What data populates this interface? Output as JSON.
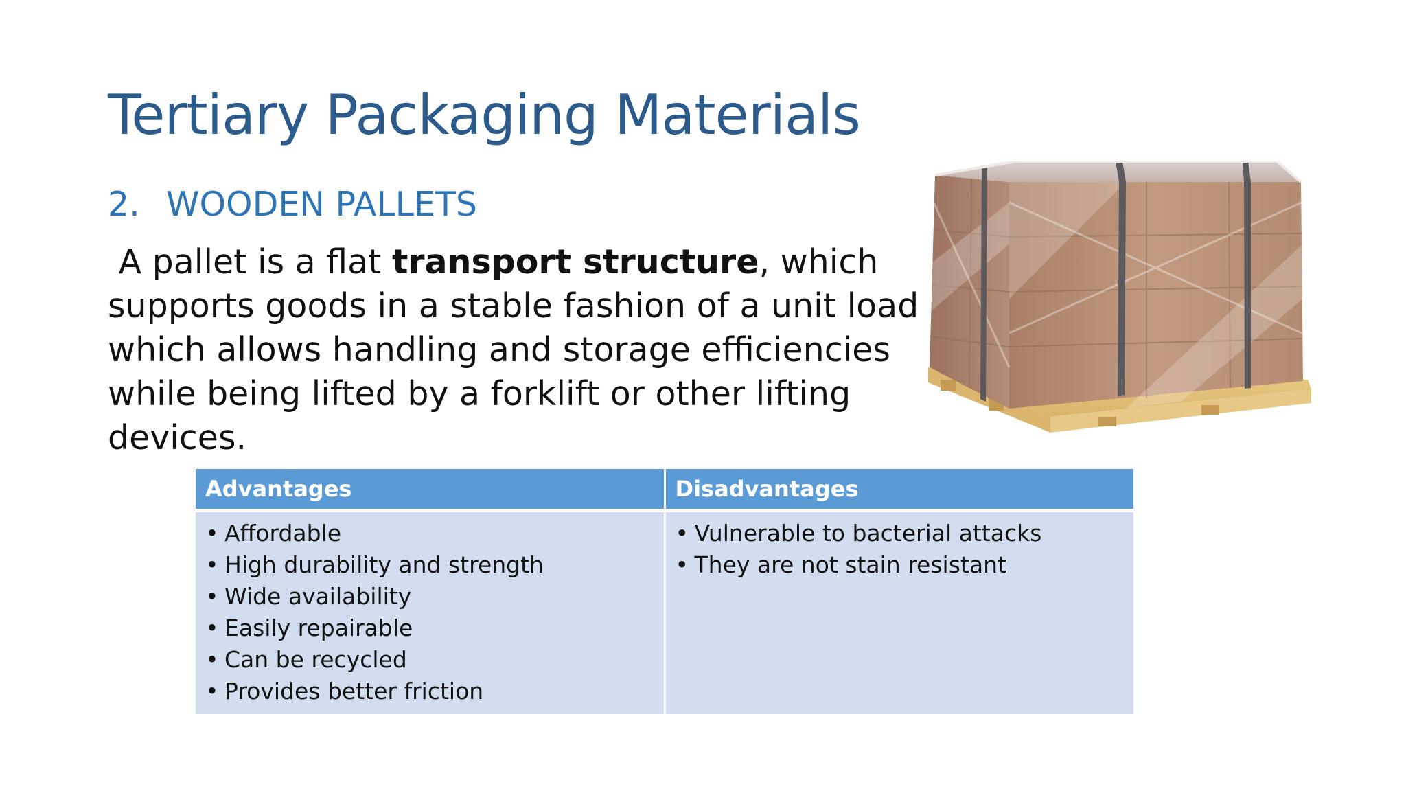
{
  "slide": {
    "title": "Tertiary Packaging Materials",
    "subtitle_number": "2.",
    "subtitle_text": "WOODEN PALLETS",
    "body": {
      "line1_before": " A pallet is a flat ",
      "line1_bold": "transport structure",
      "line1_after": ", which",
      "line2": "supports goods in a stable fashion of a unit load",
      "line3": "which allows handling and storage efficiencies",
      "line4": "while being lifted by a forklift or other lifting",
      "line5": "devices."
    },
    "image": {
      "subject": "shrink-wrapped-boxes-on-wooden-pallet",
      "colors": {
        "cardboard": "#b58a6c",
        "wrap": "#d9d4d2",
        "strap": "#5c5a5c",
        "pallet_wood": "#e6c27a"
      }
    }
  },
  "table": {
    "headers": [
      "Advantages",
      "Disadvantages"
    ],
    "advantages": [
      "Affordable",
      "High durability and strength",
      "Wide availability",
      "Easily repairable",
      "Can be recycled",
      "Provides better friction"
    ],
    "disadvantages": [
      "Vulnerable to bacterial attacks",
      "They are not stain resistant"
    ],
    "bullet": "•",
    "colors": {
      "header_bg": "#5b9bd5",
      "cell_bg": "#d2deef"
    }
  },
  "colors": {
    "title": "#2c5a8a",
    "subtitle": "#2e74b5",
    "text": "#111111"
  }
}
